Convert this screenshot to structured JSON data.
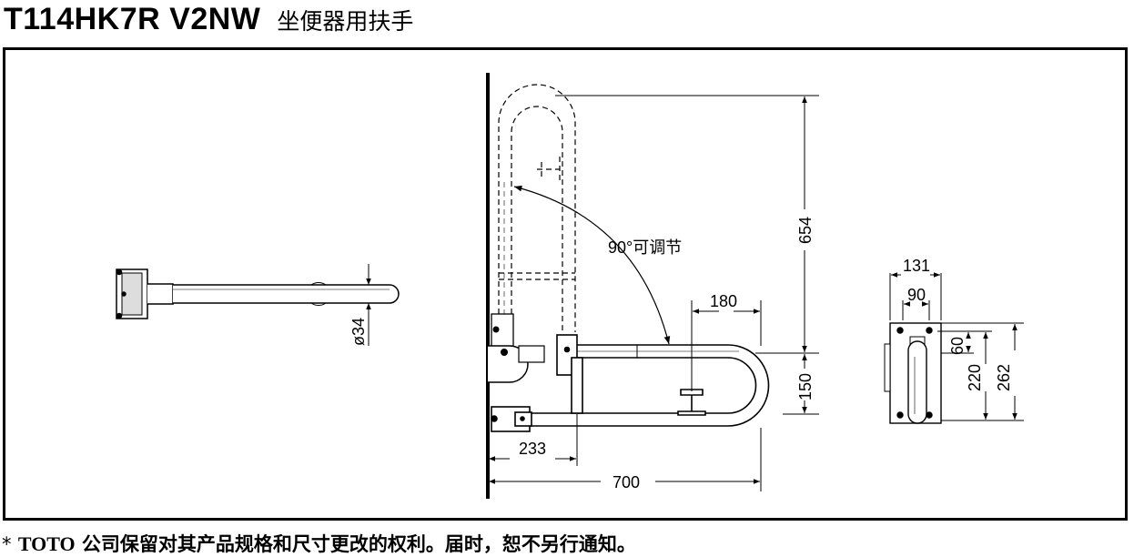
{
  "header": {
    "model": "T114HK7R V2NW",
    "product_name": "坐便器用扶手"
  },
  "dimensions": {
    "diameter": "ø34",
    "height_raised": "654",
    "rotation_note": "90°可调节",
    "bar_offset": "180",
    "bar_height": "150",
    "wall_to_pivot": "233",
    "total_length": "700",
    "plate_width": "131",
    "plate_hole_spacing_x": "90",
    "plate_top_offset": "60",
    "plate_hole_spacing_y": "220",
    "plate_height": "262"
  },
  "footnote": {
    "star": "*",
    "brand": "TOTO",
    "text": "公司保留对其产品规格和尺寸更改的权利。届时，恕不另行通知。"
  }
}
